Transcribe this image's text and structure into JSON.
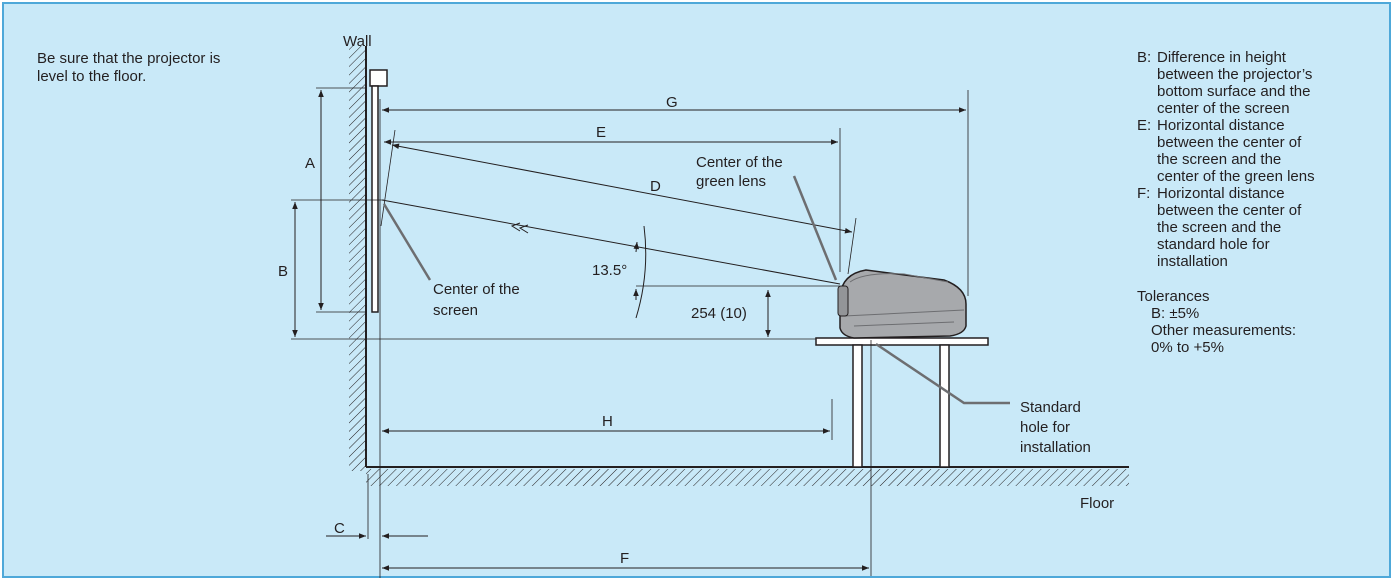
{
  "intro": [
    "Be sure that the projector is",
    "level to the floor."
  ],
  "labels": {
    "wall": "Wall",
    "floor": "Floor",
    "a": "A",
    "b": "B",
    "c": "C",
    "d": "D",
    "e": "E",
    "f": "F",
    "g": "G",
    "h": "H",
    "angle": "13.5°",
    "height": "254 (10)",
    "center_screen": [
      "Center of the",
      "screen"
    ],
    "center_lens": [
      "Center of the",
      "green lens"
    ],
    "standard_hole": [
      "Standard",
      "hole for",
      "installation"
    ]
  },
  "notes": [
    {
      "key": "B:",
      "text": "Difference in height\nbetween the projector’s\nbottom surface and the\ncenter of the screen"
    },
    {
      "key": "E:",
      "text": "Horizontal distance\nbetween the center of\nthe screen and the\ncenter of the green lens"
    },
    {
      "key": "F:",
      "text": "Horizontal distance\nbetween the center of\nthe screen and the\nstandard hole for\ninstallation"
    }
  ],
  "tolerances": {
    "title": "Tolerances",
    "b": "B: ±5%",
    "other_1": "Other measurements:",
    "other_2": "0% to +5%"
  },
  "colors": {
    "background": "#c9e9f8",
    "border": "#4ea8d9",
    "line": "#231f20",
    "leader": "#6d6e71",
    "projector": "#a7a9ac"
  }
}
